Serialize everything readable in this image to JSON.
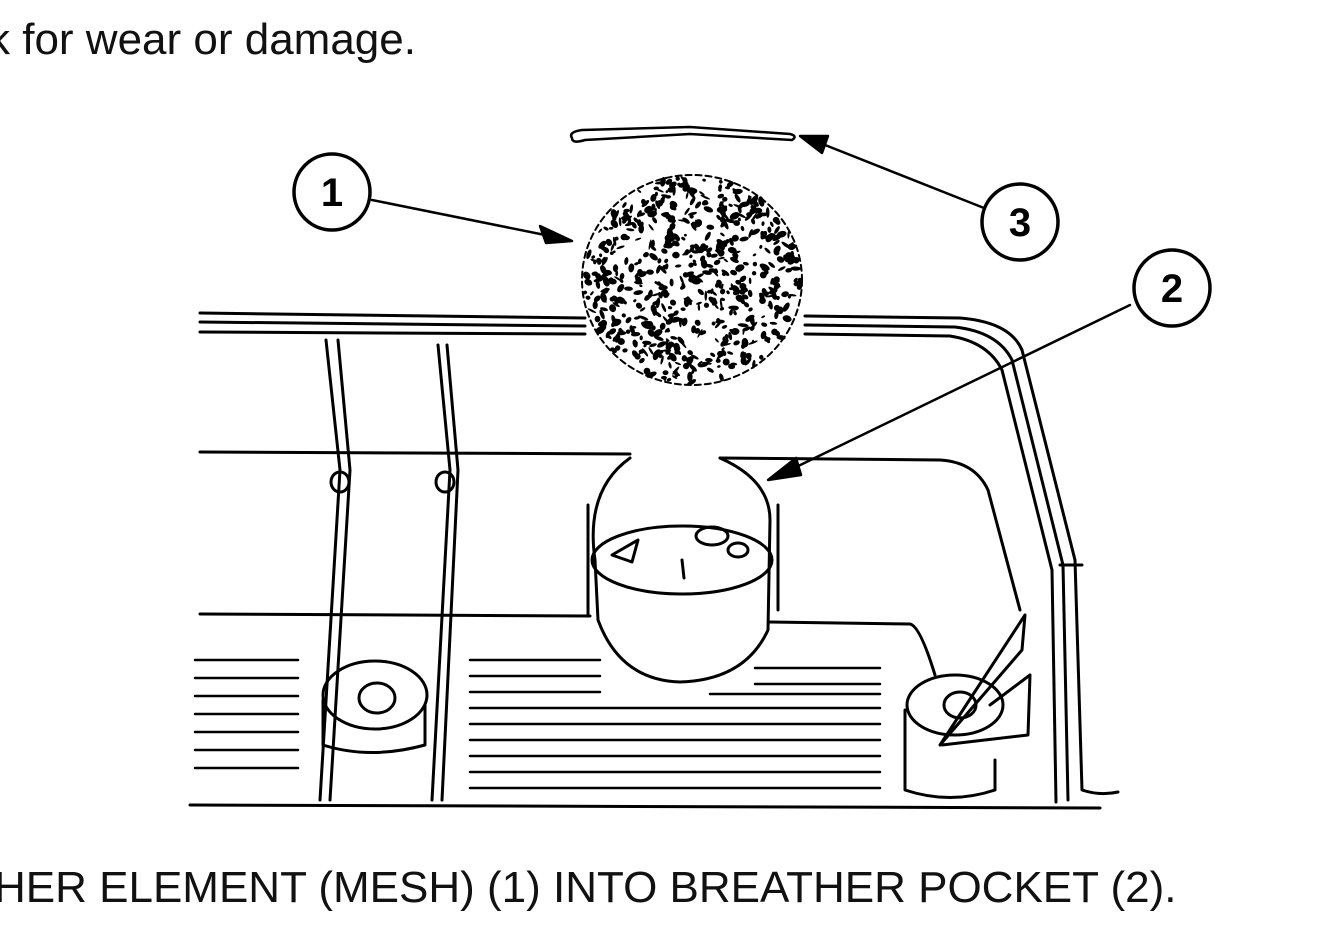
{
  "document": {
    "top_text": "k for wear or damage.",
    "bottom_text": "HER ELEMENT (MESH) (1) INTO BREATHER POCKET (2)."
  },
  "callouts": [
    {
      "label": "1"
    },
    {
      "label": "2"
    },
    {
      "label": "3"
    }
  ],
  "colors": {
    "ink": "#000000",
    "paper": "#ffffff"
  }
}
